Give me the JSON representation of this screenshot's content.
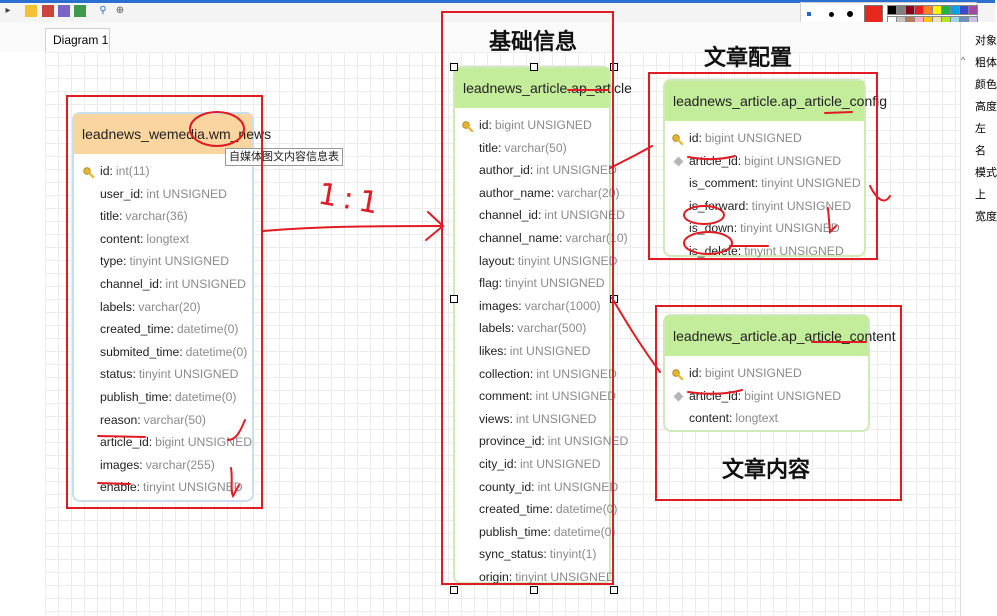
{
  "window": {
    "tab_label": "Diagram 1"
  },
  "toolbar": {
    "icons": [
      "arrow-icon",
      "note-icon",
      "image-icon",
      "layer-icon",
      "export-icon",
      "search-icon",
      "zoom-icon"
    ]
  },
  "palette": {
    "selected_color": "#e8261e",
    "colors": [
      "#000000",
      "#7f7f7f",
      "#880015",
      "#ed1c24",
      "#ff7f27",
      "#fff200",
      "#22b14c",
      "#00a2e8",
      "#3f48cc",
      "#a349a4",
      "#ffffff",
      "#c3c3c3",
      "#b97a57",
      "#ffaec9",
      "#ffc90e",
      "#efe4b0",
      "#b5e61d",
      "#99d9ea",
      "#7092be",
      "#c8bfe7"
    ]
  },
  "properties_panel": {
    "title": "对象",
    "items": [
      "粗体",
      "颜色",
      "高度",
      "左",
      "名",
      "模式",
      "上",
      "宽度"
    ]
  },
  "annotations": {
    "base_info": "基础信息",
    "article_config": "文章配置",
    "article_content": "文章内容",
    "relation": "1:1"
  },
  "tooltip": "自媒体图文内容信息表",
  "tables": {
    "wm_news": {
      "title": "leadnews_wemedia.wm_news",
      "header_color": "#fbd5a0",
      "fields": [
        {
          "name": "id",
          "type": "int(11)",
          "key": true
        },
        {
          "name": "user_id",
          "type": "int UNSIGNED"
        },
        {
          "name": "title",
          "type": "varchar(36)"
        },
        {
          "name": "content",
          "type": "longtext"
        },
        {
          "name": "type",
          "type": "tinyint UNSIGNED"
        },
        {
          "name": "channel_id",
          "type": "int UNSIGNED"
        },
        {
          "name": "labels",
          "type": "varchar(20)"
        },
        {
          "name": "created_time",
          "type": "datetime(0)"
        },
        {
          "name": "submited_time",
          "type": "datetime(0)"
        },
        {
          "name": "status",
          "type": "tinyint UNSIGNED"
        },
        {
          "name": "publish_time",
          "type": "datetime(0)"
        },
        {
          "name": "reason",
          "type": "varchar(50)"
        },
        {
          "name": "article_id",
          "type": "bigint UNSIGNED"
        },
        {
          "name": "images",
          "type": "varchar(255)"
        },
        {
          "name": "enable",
          "type": "tinyint UNSIGNED"
        }
      ]
    },
    "ap_article": {
      "title": "leadnews_article.ap_article",
      "header_color": "#c3ec9b",
      "fields": [
        {
          "name": "id",
          "type": "bigint UNSIGNED",
          "key": true
        },
        {
          "name": "title",
          "type": "varchar(50)"
        },
        {
          "name": "author_id",
          "type": "int UNSIGNED"
        },
        {
          "name": "author_name",
          "type": "varchar(20)"
        },
        {
          "name": "channel_id",
          "type": "int UNSIGNED"
        },
        {
          "name": "channel_name",
          "type": "varchar(10)"
        },
        {
          "name": "layout",
          "type": "tinyint UNSIGNED"
        },
        {
          "name": "flag",
          "type": "tinyint UNSIGNED"
        },
        {
          "name": "images",
          "type": "varchar(1000)"
        },
        {
          "name": "labels",
          "type": "varchar(500)"
        },
        {
          "name": "likes",
          "type": "int UNSIGNED"
        },
        {
          "name": "collection",
          "type": "int UNSIGNED"
        },
        {
          "name": "comment",
          "type": "int UNSIGNED"
        },
        {
          "name": "views",
          "type": "int UNSIGNED"
        },
        {
          "name": "province_id",
          "type": "int UNSIGNED"
        },
        {
          "name": "city_id",
          "type": "int UNSIGNED"
        },
        {
          "name": "county_id",
          "type": "int UNSIGNED"
        },
        {
          "name": "created_time",
          "type": "datetime(0)"
        },
        {
          "name": "publish_time",
          "type": "datetime(0)"
        },
        {
          "name": "sync_status",
          "type": "tinyint(1)"
        },
        {
          "name": "origin",
          "type": "tinyint UNSIGNED"
        }
      ]
    },
    "ap_article_config": {
      "title": "leadnews_article.ap_article_config",
      "header_color": "#c3ec9b",
      "fields": [
        {
          "name": "id",
          "type": "bigint UNSIGNED",
          "key": true
        },
        {
          "name": "article_id",
          "type": "bigint UNSIGNED",
          "fk": true
        },
        {
          "name": "is_comment",
          "type": "tinyint UNSIGNED"
        },
        {
          "name": "is_forward",
          "type": "tinyint UNSIGNED"
        },
        {
          "name": "is_down",
          "type": "tinyint UNSIGNED"
        },
        {
          "name": "is_delete",
          "type": "tinyint UNSIGNED"
        }
      ]
    },
    "ap_article_content": {
      "title": "leadnews_article.ap_article_content",
      "header_color": "#c3ec9b",
      "fields": [
        {
          "name": "id",
          "type": "bigint UNSIGNED",
          "key": true
        },
        {
          "name": "article_id",
          "type": "bigint UNSIGNED",
          "fk": true
        },
        {
          "name": "content",
          "type": "longtext"
        }
      ]
    }
  }
}
